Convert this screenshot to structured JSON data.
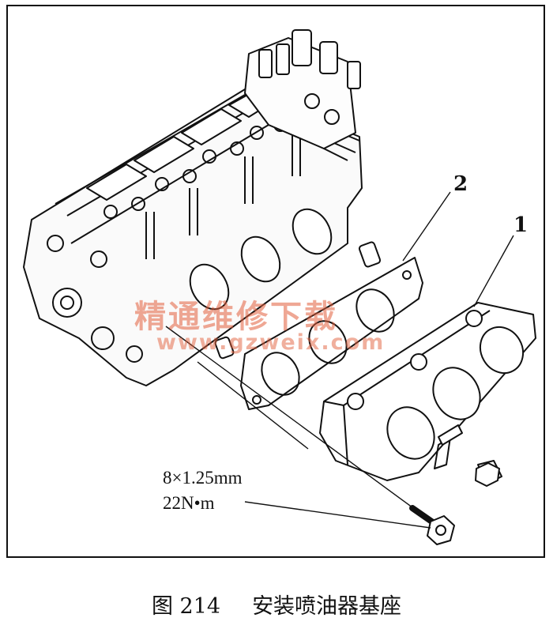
{
  "figure": {
    "callouts": {
      "part1": "1",
      "part2": "2"
    },
    "bolt_spec": {
      "size": "8×1.25mm",
      "torque": "22N•m"
    },
    "watermark": {
      "text": "精通维修下载",
      "url": "www.gzweix.com"
    }
  },
  "caption": {
    "number": "图 214",
    "title": "安装喷油器基座"
  },
  "colors": {
    "line": "#111111",
    "watermark": "#e15f3c",
    "background": "#ffffff"
  }
}
